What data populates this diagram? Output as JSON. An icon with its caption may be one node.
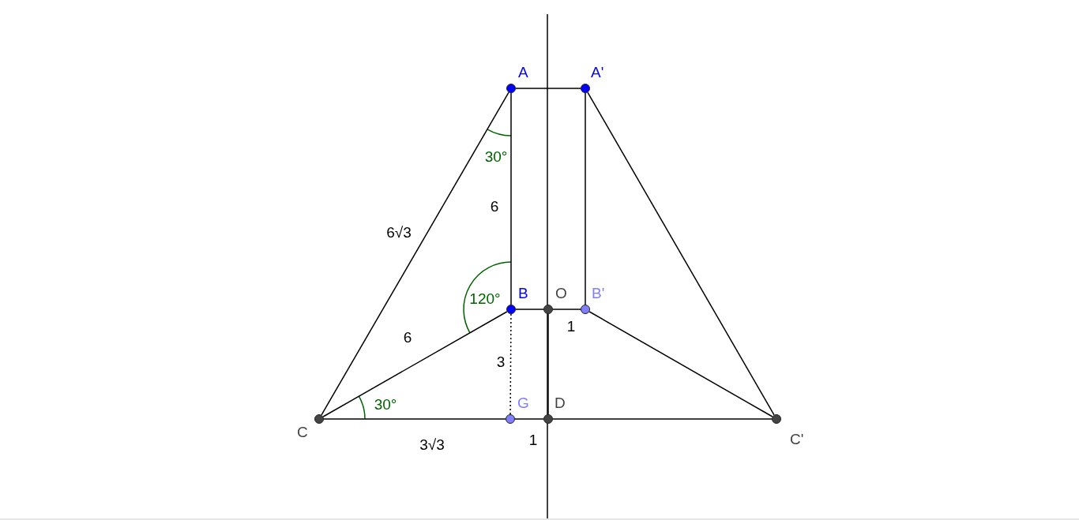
{
  "diagram": {
    "nodes": [
      {
        "text": [
          "A"
        ]
      },
      {
        "text": [
          "A'"
        ]
      },
      {
        "text": [
          "B"
        ]
      },
      {
        "text": [
          "O"
        ]
      },
      {
        "text": [
          "B'"
        ]
      },
      {
        "text": [
          "C"
        ]
      },
      {
        "text": [
          "G"
        ]
      },
      {
        "text": [
          "D"
        ]
      },
      {
        "text": [
          "C'"
        ]
      }
    ],
    "edges": [
      {
        "from": 0,
        "to": 1,
        "arrow": "none"
      },
      {
        "from": 0,
        "to": 2,
        "arrow": "none",
        "label": "6"
      },
      {
        "from": 0,
        "to": 5,
        "arrow": "none",
        "label": "6√3"
      },
      {
        "from": 1,
        "to": 4,
        "arrow": "none"
      },
      {
        "from": 1,
        "to": 8,
        "arrow": "none"
      },
      {
        "from": 2,
        "to": 3,
        "arrow": "none"
      },
      {
        "from": 3,
        "to": 4,
        "arrow": "none",
        "label": "1"
      },
      {
        "from": 2,
        "to": 5,
        "arrow": "none",
        "label": "6"
      },
      {
        "from": 2,
        "to": 6,
        "arrow": "none",
        "label": "3",
        "style": "dashed"
      },
      {
        "from": 3,
        "to": 7,
        "arrow": "none"
      },
      {
        "from": 4,
        "to": 8,
        "arrow": "none"
      },
      {
        "from": 5,
        "to": 6,
        "arrow": "none",
        "label": "3√3"
      },
      {
        "from": 6,
        "to": 7,
        "arrow": "none",
        "label": "1"
      },
      {
        "from": 7,
        "to": 8,
        "arrow": "none"
      }
    ],
    "labels": [
      "30°",
      "120°",
      "30°"
    ]
  }
}
